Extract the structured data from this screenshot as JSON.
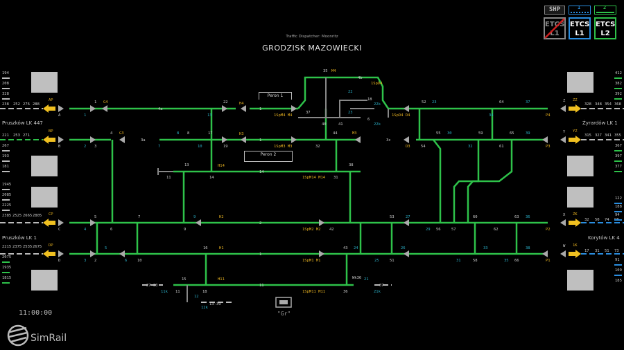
{
  "header": {
    "dispatcher": "Traffic Dispatcher: Moonritz",
    "station": "GRODZISK MAZOWIECKI"
  },
  "top_controls": {
    "shp": "SHP",
    "level1": "1",
    "level2": "2",
    "etcs_l1_off": "ETCS\nL1",
    "etcs_l1": "ETCS\nL1",
    "etcs_l2": "ETCS\nL2"
  },
  "clock": "11:00:00",
  "logo": "SimRail",
  "platforms": {
    "p1": "Peron 1",
    "p2": "Peron 2"
  },
  "footer_icon_label": "\"Gr\"",
  "left_labels": {
    "pruszkow_447": "Pruszków LK 447",
    "pruszkow_1": "Pruszków LK 1"
  },
  "right_labels": {
    "zyrardow_1": "Żyrardów LK 1",
    "korytow_4": "Korytów LK 4"
  },
  "left_numbers": {
    "a_col": [
      "194",
      "208",
      "328"
    ],
    "a_row": [
      "238",
      "252",
      "276",
      "288"
    ],
    "b_row": [
      "221",
      "253",
      "271"
    ],
    "b_col": [
      "267",
      "193",
      "181"
    ],
    "c_col": [
      "1945",
      "2085",
      "2225"
    ],
    "c_row": [
      "2385",
      "2525",
      "2665",
      "2805"
    ],
    "d_row": [
      "2215",
      "2375",
      "2535",
      "2675"
    ],
    "d_col": [
      "2075",
      "1935",
      "1815"
    ]
  },
  "right_numbers": {
    "z_col": [
      "412",
      "382",
      "392"
    ],
    "z_row": [
      "328",
      "348",
      "354",
      "368"
    ],
    "y_row": [
      "315",
      "327",
      "341",
      "355"
    ],
    "y_col": [
      "367",
      "397",
      "377"
    ],
    "x_col": [
      "122",
      "188",
      "94"
    ],
    "x_row": [
      "32",
      "50",
      "74",
      "98"
    ],
    "w_row": [
      "17",
      "31",
      "51",
      "73"
    ],
    "w_col": [
      "91",
      "109",
      "185"
    ]
  },
  "signals": [
    "A",
    "B",
    "C",
    "D",
    "Z",
    "Y",
    "X",
    "W",
    "P4",
    "P3",
    "P2",
    "P1",
    "H4",
    "H3",
    "H2",
    "H1",
    "M4",
    "M3",
    "M2",
    "M1",
    "D4",
    "D3",
    "M14",
    "M11",
    "H14",
    "H11"
  ],
  "track_labels": [
    "4a",
    "3a",
    "1",
    "2",
    "4b",
    "3c",
    "1",
    "2",
    "14",
    "11",
    "17",
    "15",
    "13",
    "18",
    "12",
    "13-39",
    "27-33",
    "37",
    "38",
    "36",
    "40",
    "41",
    "44",
    "42",
    "43",
    "52",
    "55",
    "56",
    "57",
    "60",
    "61",
    "62",
    "63",
    "64",
    "65",
    "59"
  ]
}
